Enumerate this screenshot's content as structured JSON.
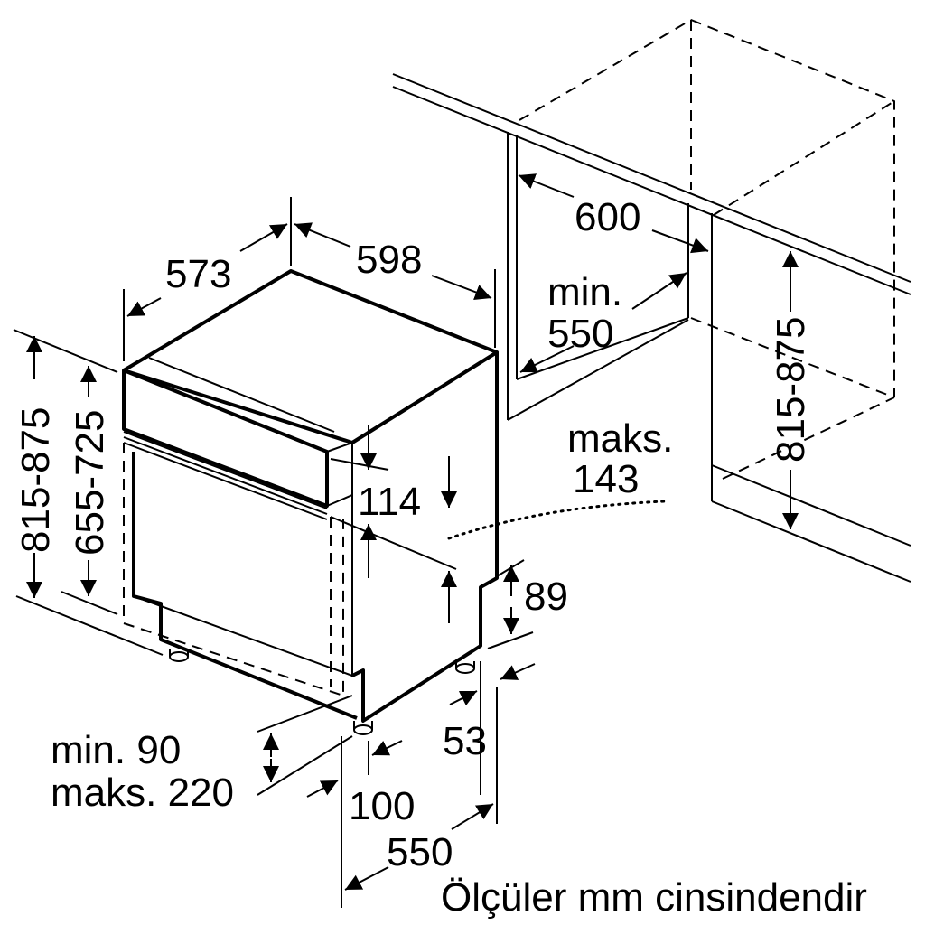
{
  "labels": {
    "depth_573": "573",
    "width_598": "598",
    "niche_width_600": "600",
    "niche_depth_min": "min.",
    "niche_depth_550": "550",
    "niche_height_815_875": "815-875",
    "height_815_875": "815-875",
    "height_655_725": "655-725",
    "panel_114": "114",
    "max_label": "maks.",
    "max_143": "143",
    "toe_89": "89",
    "toe_53": "53",
    "plinth_min_90": "min. 90",
    "plinth_max_220": "maks. 220",
    "foot_100": "100",
    "depth_550": "550"
  },
  "caption": "Ölçüler mm cinsindendir"
}
